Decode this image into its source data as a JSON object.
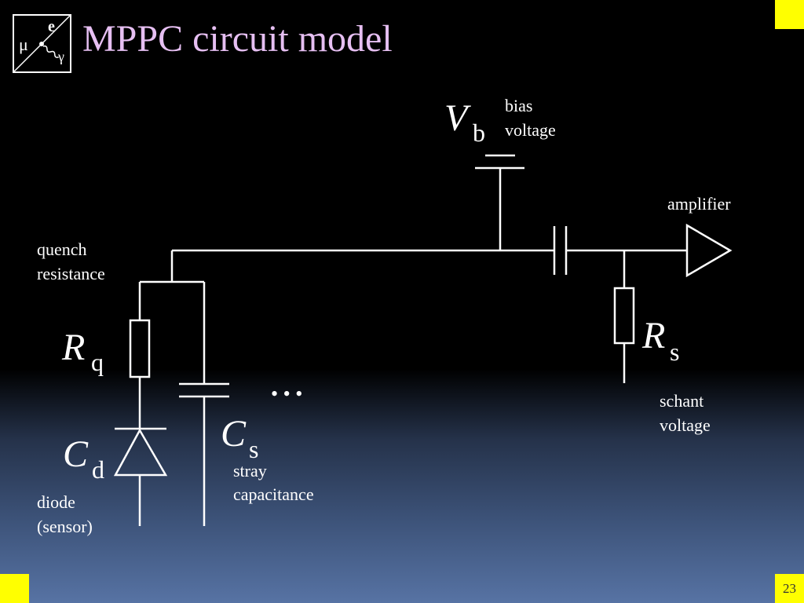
{
  "slide": {
    "title": "MPPC circuit model",
    "page_number": "23"
  },
  "logo": {
    "letters": [
      "μ",
      "e",
      "γ"
    ]
  },
  "colors": {
    "title": "#e6bff2",
    "corner_marker": "#ffff00",
    "line": "#ffffff"
  },
  "labels": {
    "vb_main": "V",
    "vb_sub": "b",
    "bias_line1": "bias",
    "bias_line2": "voltage",
    "amplifier": "amplifier",
    "quench_line1": "quench",
    "quench_line2": "resistance",
    "rq_main": "R",
    "rq_sub": "q",
    "rs_main": "R",
    "rs_sub": "s",
    "cs_main": "C",
    "cs_sub": "s",
    "cd_main": "C",
    "cd_sub": "d",
    "ellipsis": "• • •",
    "schant_line1": "schant",
    "schant_line2": "voltage",
    "stray_line1": "stray",
    "stray_line2": "capacitance",
    "diode_line1": "diode",
    "diode_line2": "(sensor)"
  }
}
